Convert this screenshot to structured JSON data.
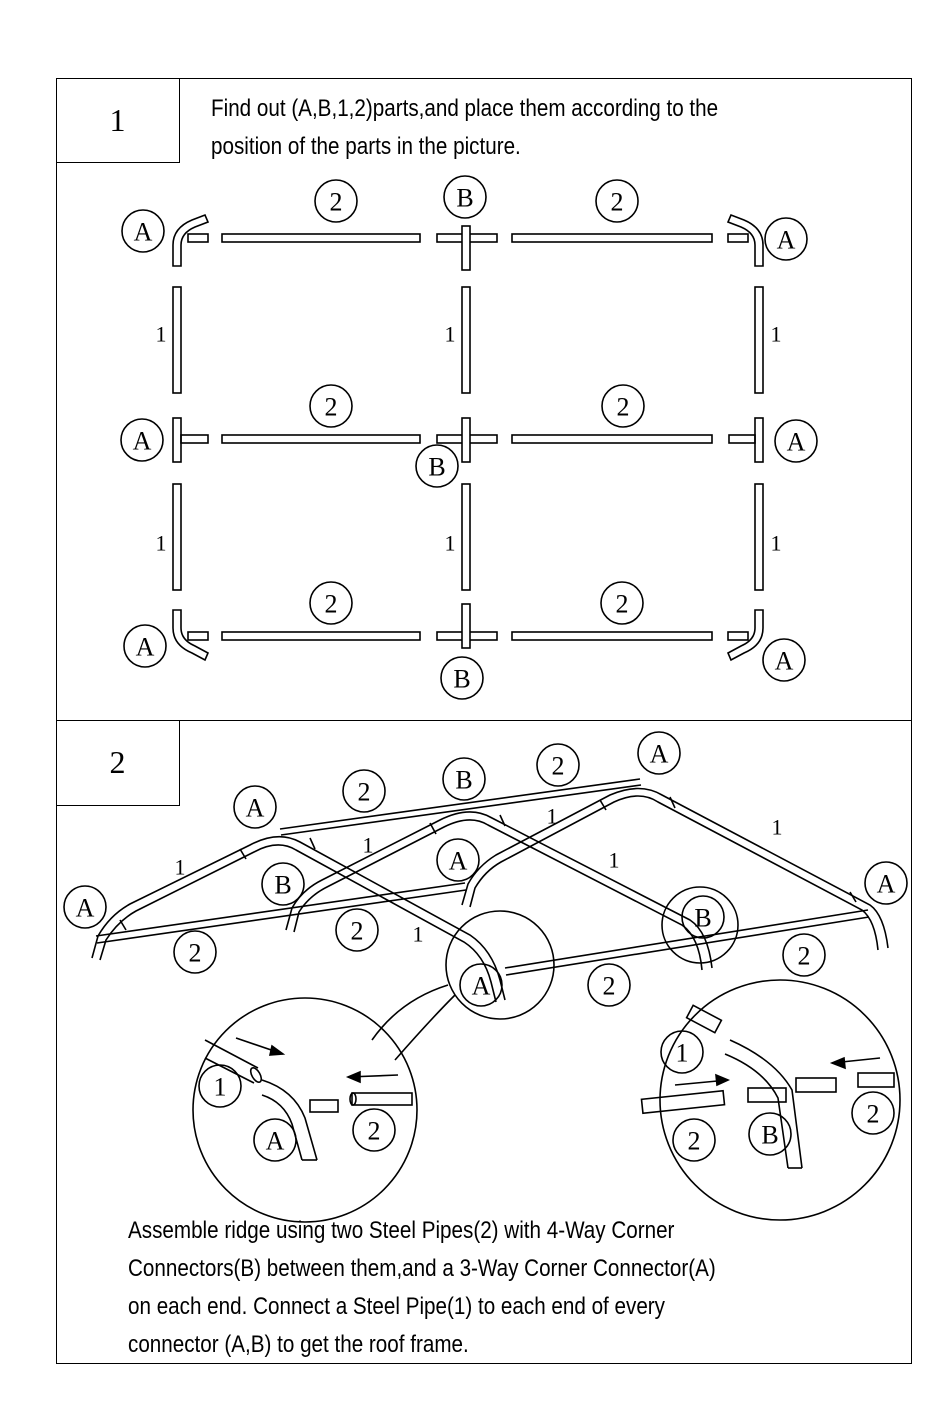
{
  "step1": {
    "number": "1",
    "text_line1": "Find out (A,B,1,2)parts,and place them according to the",
    "text_line2": "position of the parts in the picture."
  },
  "step2": {
    "number": "2",
    "text_line1": "Assemble ridge using two Steel Pipes(2) with 4-Way Corner",
    "text_line2": "Connectors(B) between them,and a 3-Way Corner Connector(A)",
    "text_line3": "on each end. Connect a Steel Pipe(1) to each end of every",
    "text_line4": "connector (A,B) to get the roof frame."
  },
  "labels": {
    "connector_3way": "A",
    "connector_4way": "B",
    "pipe_1": "1",
    "pipe_2": "2"
  }
}
